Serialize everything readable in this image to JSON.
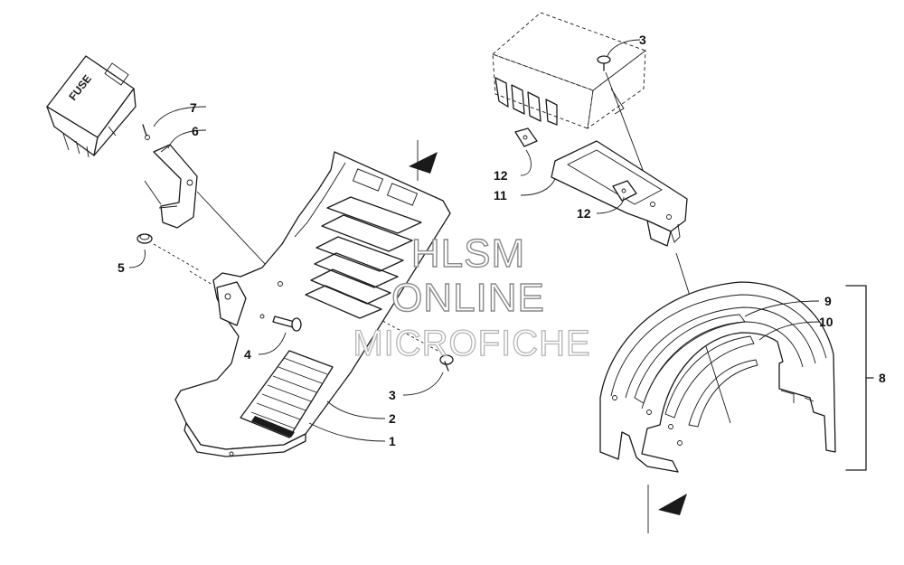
{
  "callouts": {
    "c1": "1",
    "c2": "2",
    "c3a": "3",
    "c3b": "3",
    "c4": "4",
    "c5": "5",
    "c6": "6",
    "c7": "7",
    "c8": "8",
    "c9": "9",
    "c10": "10",
    "c11": "11",
    "c12a": "12",
    "c12b": "12"
  },
  "fuse_box": {
    "text": "FUSE"
  },
  "watermark": {
    "line1": "HLSM",
    "line2": "ONLINE",
    "line3": "MICROFICHE"
  }
}
